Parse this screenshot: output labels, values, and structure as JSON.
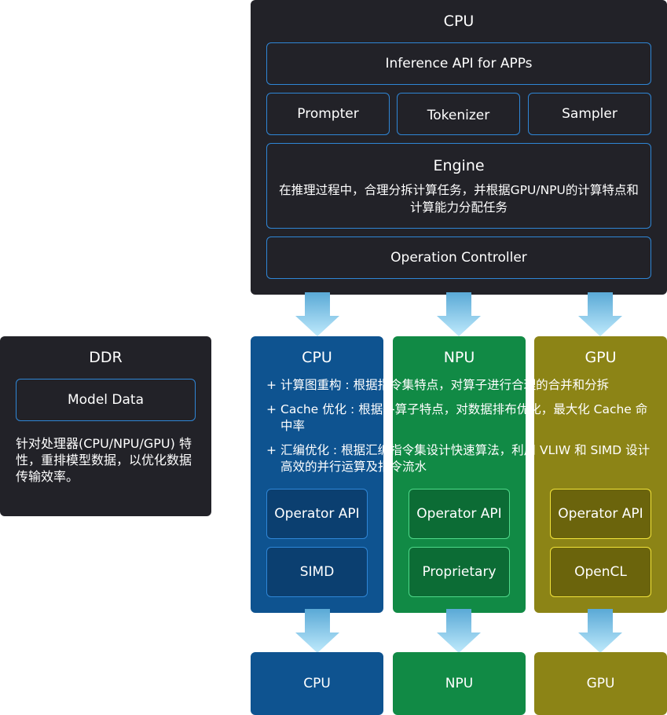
{
  "cpu_stack": {
    "title": "CPU",
    "inference_api": "Inference API for APPs",
    "prompter": "Prompter",
    "tokenizer": "Tokenizer",
    "sampler": "Sampler",
    "engine_title": "Engine",
    "engine_desc": "在推理过程中，合理分拆计算任务，并根据GPU/NPU的计算特点和计算能力分配任务",
    "operation_controller": "Operation Controller"
  },
  "ddr": {
    "title": "DDR",
    "model_data": "Model Data",
    "description": "针对处理器(CPU/NPU/GPU) 特性，重排模型数据，以优化数据传输效率。"
  },
  "backends": [
    {
      "title": "CPU",
      "op_api": "Operator API",
      "impl": "SIMD",
      "hw": "CPU"
    },
    {
      "title": "NPU",
      "op_api": "Operator API",
      "impl": "Proprietary",
      "hw": "NPU"
    },
    {
      "title": "GPU",
      "op_api": "Operator API",
      "impl": "OpenCL",
      "hw": "GPU"
    }
  ],
  "bullets": [
    {
      "marker": "+",
      "text": "计算图重构 : 根据指令集特点，对算子进行合理的合并和分拆"
    },
    {
      "marker": "+",
      "text": "Cache 优化 : 根据各算子特点，对数据排布优化，最大化 Cache 命中率"
    },
    {
      "marker": "+",
      "text": "汇编优化 : 根据汇编指令集设计快速算法，利用 VLIW 和 SIMD 设计高效的并行运算及指令流水"
    }
  ],
  "colors": {
    "dark_panel": "#222228",
    "accent_blue_border": "#2f86d6",
    "cpu_blue": "#0e5390",
    "npu_green": "#118a45",
    "gpu_olive": "#8c8416",
    "arrow_light": "#9fdcf8"
  }
}
